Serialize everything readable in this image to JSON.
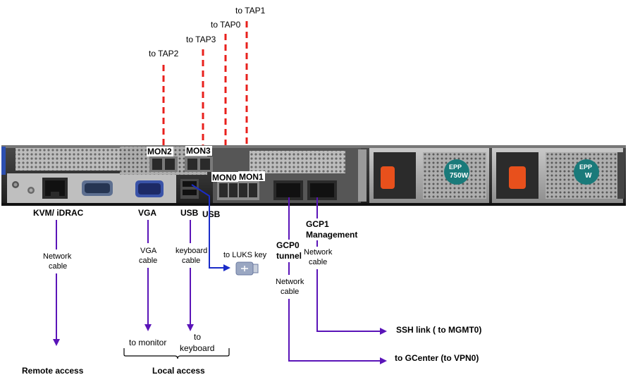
{
  "taps": [
    "to TAP1",
    "to TAP0",
    "to TAP3",
    "to TAP2"
  ],
  "ports": {
    "mon2": "MON2",
    "mon3": "MON3",
    "mon0": "MON0",
    "mon1": "MON1",
    "usb_front": "USB",
    "usb_side": "USB"
  },
  "psu": {
    "badge": "EPP",
    "watt": "750W",
    "watt2": "W"
  },
  "kvm": {
    "title": "KVM/ iDRAC",
    "cable_line1": "Network",
    "cable_line2": "cable",
    "target": "Remote access"
  },
  "vga": {
    "title": "VGA",
    "cable_line1": "VGA",
    "cable_line2": "cable",
    "target": "to monitor"
  },
  "usb": {
    "cable_line1": "keyboard",
    "cable_line2": "cable",
    "target_line1": "to",
    "target_line2": "keyboard"
  },
  "luks": {
    "label": "to LUKS key"
  },
  "local_access": "Local access",
  "gcp0": {
    "title_line1": "GCP0",
    "title_line2": "tunnel",
    "cable_line1": "Network",
    "cable_line2": "cable",
    "target": "to GCenter (to VPN0)"
  },
  "gcp1": {
    "title_line1": "GCP1",
    "title_line2": "Management",
    "cable_line1": "Network",
    "cable_line2": "cable",
    "target": "SSH link ( to MGMT0)"
  },
  "colors": {
    "tap_line": "#e8201c",
    "arrow": "#5a14b8",
    "usb_arrow": "#1a2cc8",
    "chassis": "#3a3a3a",
    "psu_handle": "#e8501c"
  }
}
